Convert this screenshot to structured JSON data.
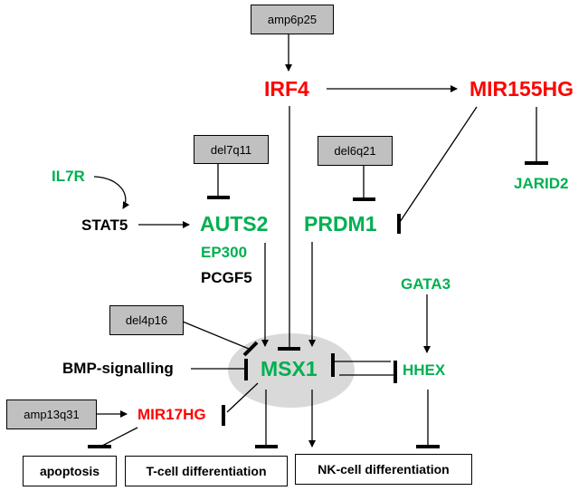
{
  "diagram": {
    "genomic_events": {
      "amp6p25": "amp6p25",
      "del7q11": "del7q11",
      "del6q21": "del6q21",
      "del4p16": "del4p16",
      "amp13q31": "amp13q31"
    },
    "genes": {
      "irf4": "IRF4",
      "mir155hg": "MIR155HG",
      "jarid2": "JARID2",
      "il7r": "IL7R",
      "stat5": "STAT5",
      "auts2": "AUTS2",
      "ep300": "EP300",
      "pcgf5": "PCGF5",
      "prdm1": "PRDM1",
      "gata3": "GATA3",
      "msx1": "MSX1",
      "hhex": "HHEX",
      "bmp": "BMP-signalling",
      "mir17hg": "MIR17HG"
    },
    "outcomes": {
      "apoptosis": "apoptosis",
      "tcell": "T-cell differentiation",
      "nkcell": "NK-cell differentiation"
    },
    "colors": {
      "upregulated": "#ff0000",
      "downregulated": "#00b050",
      "neutral": "#000000",
      "genomic_box": "#c0c0c0",
      "msx1_halo": "#d9d9d9"
    }
  }
}
